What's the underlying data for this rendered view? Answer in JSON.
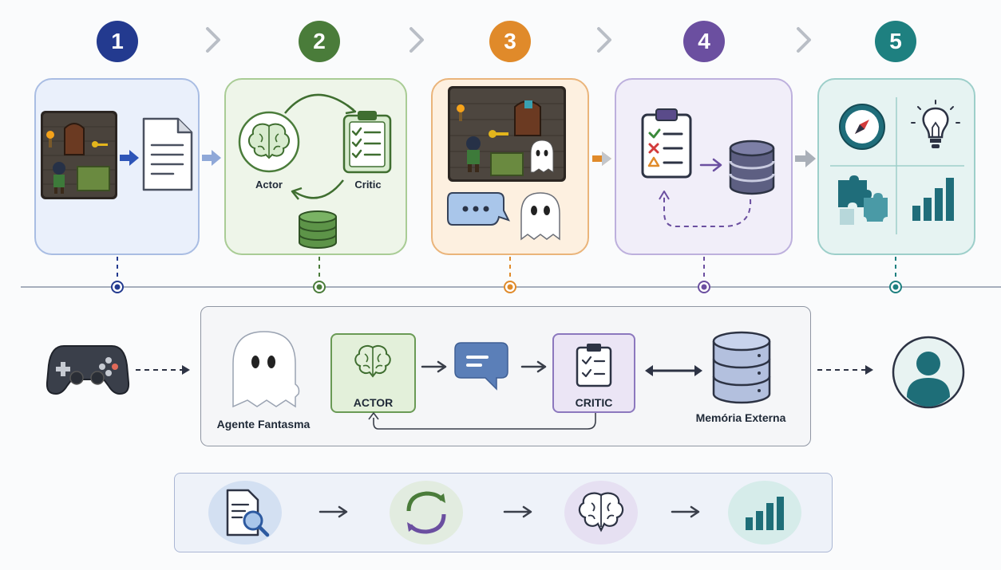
{
  "steps": [
    {
      "number": "1",
      "color": "#233a8f"
    },
    {
      "number": "2",
      "color": "#4a7c3a"
    },
    {
      "number": "3",
      "color": "#e08a2a"
    },
    {
      "number": "4",
      "color": "#6b4fa0"
    },
    {
      "number": "5",
      "color": "#1e8080"
    }
  ],
  "panel2": {
    "actor_label": "Actor",
    "critic_label": "Critic"
  },
  "middle": {
    "ghost_label": "Agente Fantasma",
    "actor_label": "ACTOR",
    "critic_label": "CRITIC",
    "memory_label": "Memória Externa"
  },
  "colors": {
    "blue": "#233a8f",
    "green": "#4a7c3a",
    "orange": "#e08a2a",
    "purple": "#6b4fa0",
    "teal": "#1e8080",
    "line": "#8a94a6"
  },
  "icons": [
    "game-screenshot-icon",
    "document-icon",
    "brain-icon",
    "clipboard-checklist-icon",
    "database-icon",
    "ghost-icon",
    "chat-bubble-icon",
    "compass-icon",
    "lightbulb-icon",
    "puzzle-icon",
    "bar-chart-icon",
    "gamepad-icon",
    "user-avatar-icon",
    "document-search-icon",
    "refresh-cycle-icon"
  ]
}
